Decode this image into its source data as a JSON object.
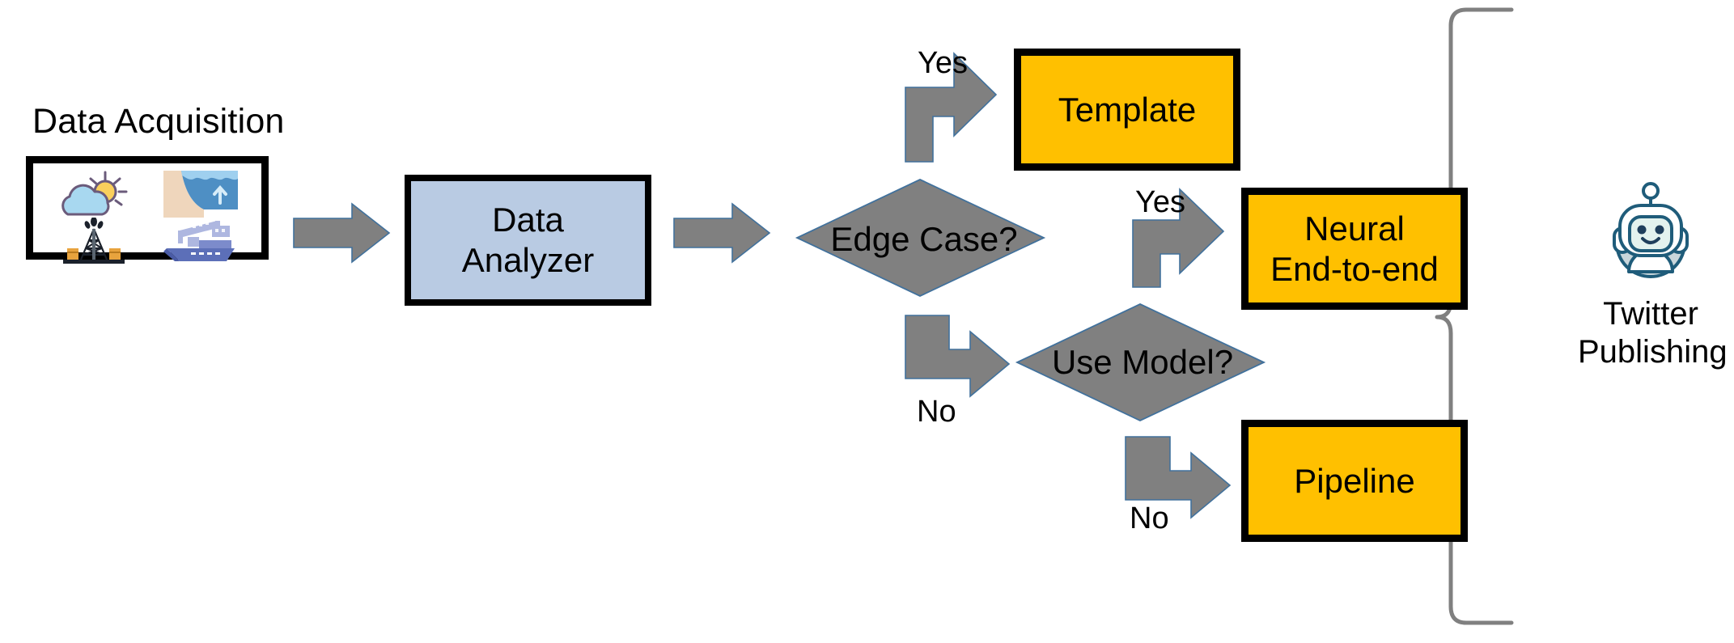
{
  "diagram": {
    "title": "Data Acquisition to Twitter Publishing pipeline",
    "colors": {
      "orange": "#FFC000",
      "process_blue": "#B9CBE3",
      "gray": "#808080",
      "gray_outline": "#41719C",
      "outline_black": "#000000",
      "brace_gray": "#808080",
      "bot_outline": "#1F5C7A",
      "bot_fill": "#E3F2EE",
      "bot_body": "#C9D6DB"
    },
    "acquisition": {
      "title": "Data Acquisition",
      "icons": [
        {
          "name": "weather-sun-cloud-icon",
          "label": "Weather"
        },
        {
          "name": "tide-water-level-icon",
          "label": "Water level"
        },
        {
          "name": "oil-rig-icon",
          "label": "Oil rig"
        },
        {
          "name": "cargo-ship-icon",
          "label": "Cargo ship"
        }
      ]
    },
    "analyzer": {
      "label": "Data\nAnalyzer",
      "line1": "Data",
      "line2": "Analyzer"
    },
    "decisions": [
      {
        "id": "edge-case",
        "label": "Edge Case?"
      },
      {
        "id": "use-model",
        "label": "Use Model?"
      }
    ],
    "outputs": [
      {
        "id": "template",
        "label": "Template"
      },
      {
        "id": "neural",
        "label": "Neural\nEnd-to-end",
        "line1": "Neural",
        "line2": "End-to-end"
      },
      {
        "id": "pipeline",
        "label": "Pipeline"
      }
    ],
    "edge_labels": {
      "edge_case_yes": "Yes",
      "edge_case_no": "No",
      "use_model_yes": "Yes",
      "use_model_no": "No"
    },
    "publishing": {
      "icon": "robot-bot-icon",
      "caption_line1": "Twitter",
      "caption_line2": "Publishing"
    }
  }
}
